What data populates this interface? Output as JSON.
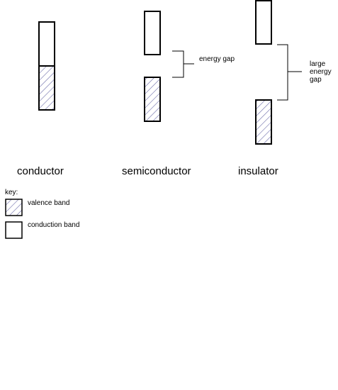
{
  "diagram": {
    "columns": [
      {
        "id": "conductor",
        "label": "conductor"
      },
      {
        "id": "semiconductor",
        "label": "semiconductor",
        "gap_label": "energy gap"
      },
      {
        "id": "insulator",
        "label": "insulator",
        "gap_label_lines": [
          "large",
          "energy",
          "gap"
        ]
      }
    ],
    "key": {
      "title": "key:",
      "items": [
        {
          "id": "valence",
          "label": "valence band",
          "pattern": "hatched"
        },
        {
          "id": "conduction",
          "label": "conduction band",
          "pattern": "empty"
        }
      ]
    },
    "colors": {
      "stroke": "#000000",
      "hatch": "#6a6aa8",
      "background": "#ffffff"
    }
  }
}
